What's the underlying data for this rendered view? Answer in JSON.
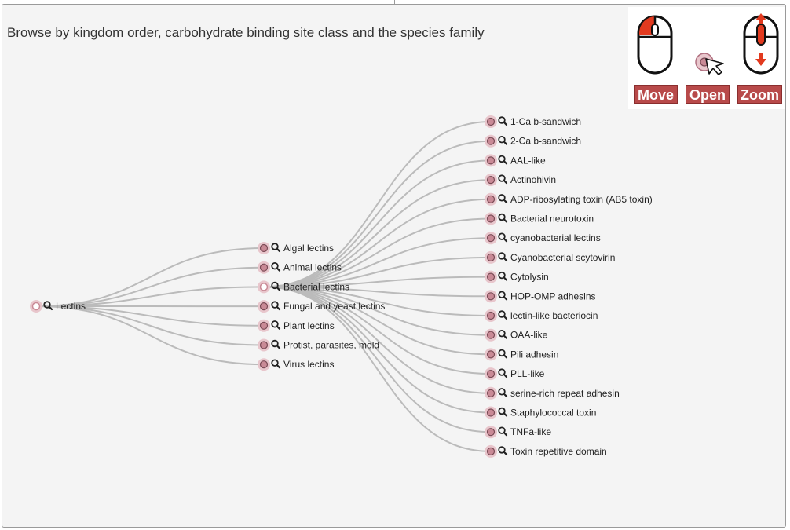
{
  "heading": "Browse by kingdom order, carbohydrate binding site class and the species family",
  "help": {
    "move_label": "Move",
    "open_label": "Open",
    "zoom_label": "Zoom"
  },
  "colors": {
    "help_label_bg": "#b84a4a",
    "node_fill": "#c98a96",
    "node_halo": "#e8c6cc",
    "link": "#bbbbbb"
  },
  "tree": {
    "root": {
      "label": "Lectins",
      "expanded": true
    },
    "kingdoms": [
      {
        "label": "Algal lectins",
        "expanded": false
      },
      {
        "label": "Animal lectins",
        "expanded": false
      },
      {
        "label": "Bacterial lectins",
        "expanded": true
      },
      {
        "label": "Fungal and yeast lectins",
        "expanded": false
      },
      {
        "label": "Plant lectins",
        "expanded": false
      },
      {
        "label": "Protist, parasites, mold",
        "expanded": false
      },
      {
        "label": "Virus lectins",
        "expanded": false
      }
    ],
    "bacterial_classes": [
      "1-Ca b-sandwich",
      "2-Ca b-sandwich",
      "AAL-like",
      "Actinohivin",
      "ADP-ribosylating toxin (AB5 toxin)",
      "Bacterial neurotoxin",
      "cyanobacterial lectins",
      "Cyanobacterial scytovirin",
      "Cytolysin",
      "HOP-OMP adhesins",
      "lectin-like bacteriocin",
      "OAA-like",
      "Pili adhesin",
      "PLL-like",
      "serine-rich repeat adhesin",
      "Staphylococcal toxin",
      "TNFa-like",
      "Toxin repetitive domain"
    ]
  }
}
